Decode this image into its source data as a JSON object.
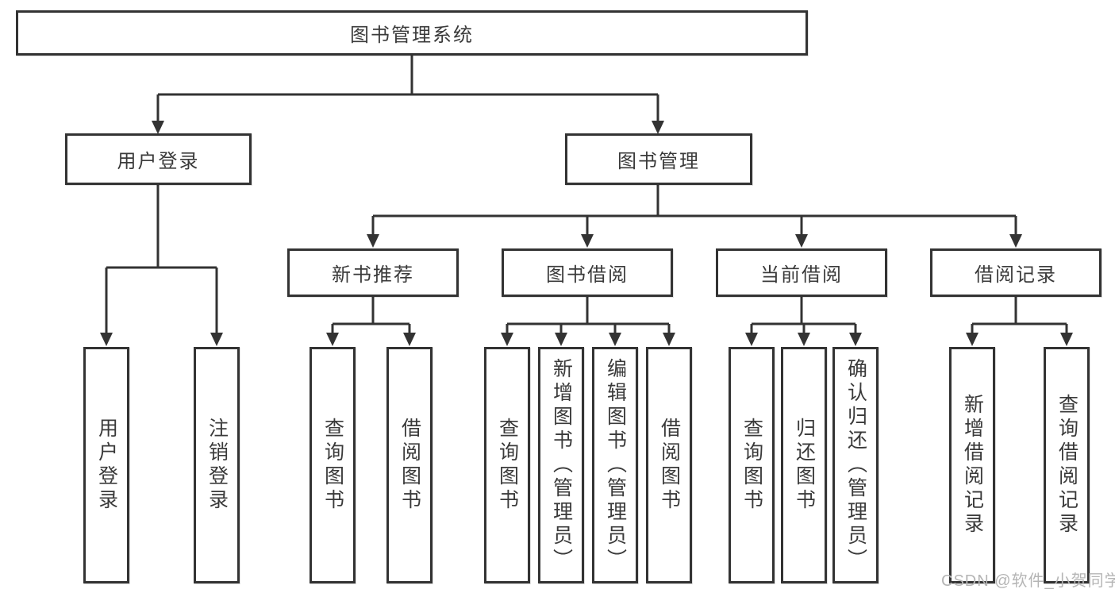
{
  "diagram": {
    "tree": {
      "root": {
        "label": "图书管理系统",
        "children": [
          {
            "label": "用户登录",
            "children": [
              {
                "label": "用户登录"
              },
              {
                "label": "注销登录"
              }
            ]
          },
          {
            "label": "图书管理",
            "children": [
              {
                "label": "新书推荐",
                "children": [
                  {
                    "label": "查询图书"
                  },
                  {
                    "label": "借阅图书"
                  }
                ]
              },
              {
                "label": "图书借阅",
                "children": [
                  {
                    "label": "查询图书"
                  },
                  {
                    "label": "新增图书（管理员）"
                  },
                  {
                    "label": "编辑图书（管理员）"
                  },
                  {
                    "label": "借阅图书"
                  }
                ]
              },
              {
                "label": "当前借阅",
                "children": [
                  {
                    "label": "查询图书"
                  },
                  {
                    "label": "归还图书"
                  },
                  {
                    "label": "确认归还（管理员）"
                  }
                ]
              },
              {
                "label": "借阅记录",
                "children": [
                  {
                    "label": "新增借阅记录"
                  },
                  {
                    "label": "查询借阅记录"
                  }
                ]
              }
            ]
          }
        ]
      }
    },
    "colors": {
      "line": "#333333",
      "box_border": "#333333",
      "background": "#ffffff",
      "watermark": "#b5b5b5"
    }
  },
  "watermark": {
    "text": "CSDN @软件_小贺同学"
  }
}
